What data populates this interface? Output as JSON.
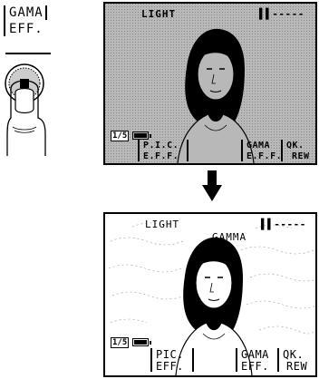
{
  "button": {
    "line1": "GAMA",
    "line2": "EFF."
  },
  "before_screen": {
    "light": "LIGHT",
    "tape_indicator": "▌▌-----",
    "ratio": "1/5",
    "pic_eff_line1": "P.I.C.",
    "pic_eff_line2": "E.F.F.",
    "gama_eff_line1": "GAMA",
    "gama_eff_line2": "E.F.F.",
    "qk_rew_line1": "QK.",
    "qk_rew_line2": "REW"
  },
  "after_screen": {
    "light": "LIGHT",
    "gamma": "GAMMA",
    "tape_indicator": "▌▌-----",
    "ratio": "1/5",
    "pic_eff_line1": "PIC.",
    "pic_eff_line2": "EFF.",
    "gama_eff_line1": "GAMA",
    "gama_eff_line2": "EFF.",
    "qk_rew_line1": "QK.",
    "qk_rew_line2": "REW"
  },
  "icons": [
    "finger-press-icon",
    "battery-icon",
    "down-arrow-icon"
  ]
}
